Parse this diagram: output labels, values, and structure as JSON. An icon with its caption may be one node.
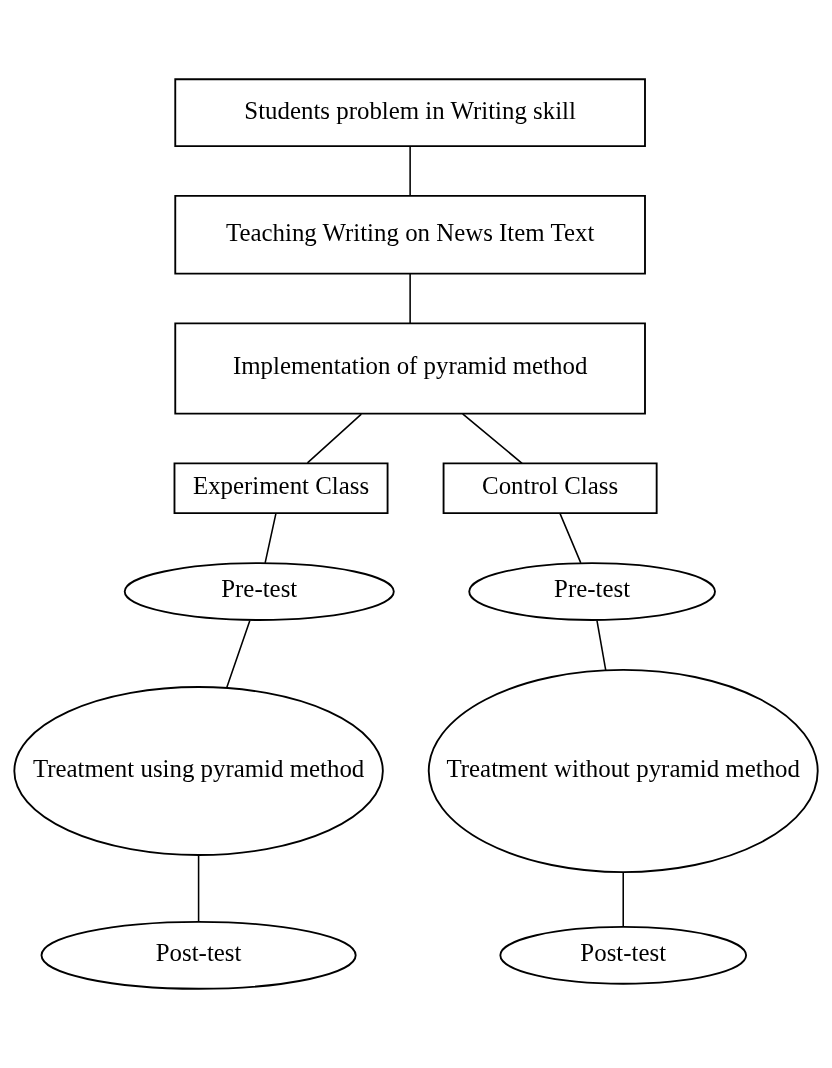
{
  "diagram": {
    "nodes": [
      {
        "text": [
          "Students problem in Writing skill"
        ]
      },
      {
        "text": [
          "Teaching Writing on News Item Text"
        ]
      },
      {
        "text": [
          "Implementation of pyramid method"
        ]
      },
      {
        "text": [
          "Experiment Class"
        ]
      },
      {
        "text": [
          "Control Class"
        ]
      },
      {
        "text": [
          "Pre-test"
        ]
      },
      {
        "text": [
          "Treatment using pyramid method"
        ]
      },
      {
        "text": [
          "Post-test"
        ]
      },
      {
        "text": [
          "Pre-test"
        ]
      },
      {
        "text": [
          "Treatment without pyramid method"
        ]
      },
      {
        "text": [
          "Post-test"
        ]
      }
    ],
    "edges": [
      {
        "from": 0,
        "to": 1,
        "arrow": "none"
      },
      {
        "from": 1,
        "to": 2,
        "arrow": "none"
      },
      {
        "from": 2,
        "to": 3,
        "arrow": "none"
      },
      {
        "from": 2,
        "to": 4,
        "arrow": "none"
      },
      {
        "from": 3,
        "to": 5,
        "arrow": "none"
      },
      {
        "from": 5,
        "to": 6,
        "arrow": "none"
      },
      {
        "from": 6,
        "to": 7,
        "arrow": "none"
      },
      {
        "from": 4,
        "to": 8,
        "arrow": "none"
      },
      {
        "from": 8,
        "to": 9,
        "arrow": "none"
      },
      {
        "from": 9,
        "to": 10,
        "arrow": "none"
      }
    ]
  }
}
